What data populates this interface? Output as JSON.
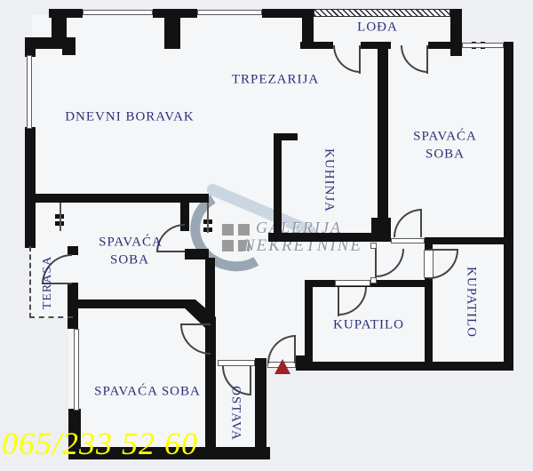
{
  "plan_labels": {
    "loggia": "LOĐA",
    "dining": "TRPEZARIJA",
    "living_room": "DNEVNI BORAVAK",
    "bedroom_top_right_line1": "SPAVAĆA",
    "bedroom_top_right_line2": "SOBA",
    "kitchen": "KUHINJA",
    "bedroom_middle_line1": "SPAVAĆA",
    "bedroom_middle_line2": "SOBA",
    "terrace": "TERASA",
    "bedroom_bottom": "SPAVAĆA SOBA",
    "bathroom_main": "KUPATILO",
    "bathroom_small": "KUPATILO",
    "pantry": "OSTAVA"
  },
  "watermark": {
    "brand_line1": "GALERIJA",
    "brand_line2": "NEKRETNINE"
  },
  "contact": {
    "phone": "065/233 52 60"
  },
  "colors": {
    "wall": "#121212",
    "room_label": "#2b2f7a",
    "phone_text": "#ffff00",
    "entrance_marker": "#9e2126",
    "watermark_text": "#9298a3",
    "watermark_swoosh_dark": "#9aa7b3",
    "watermark_swoosh_light": "#c7d5e0",
    "background": "#edeff2",
    "floor": "#f5f6f8"
  }
}
